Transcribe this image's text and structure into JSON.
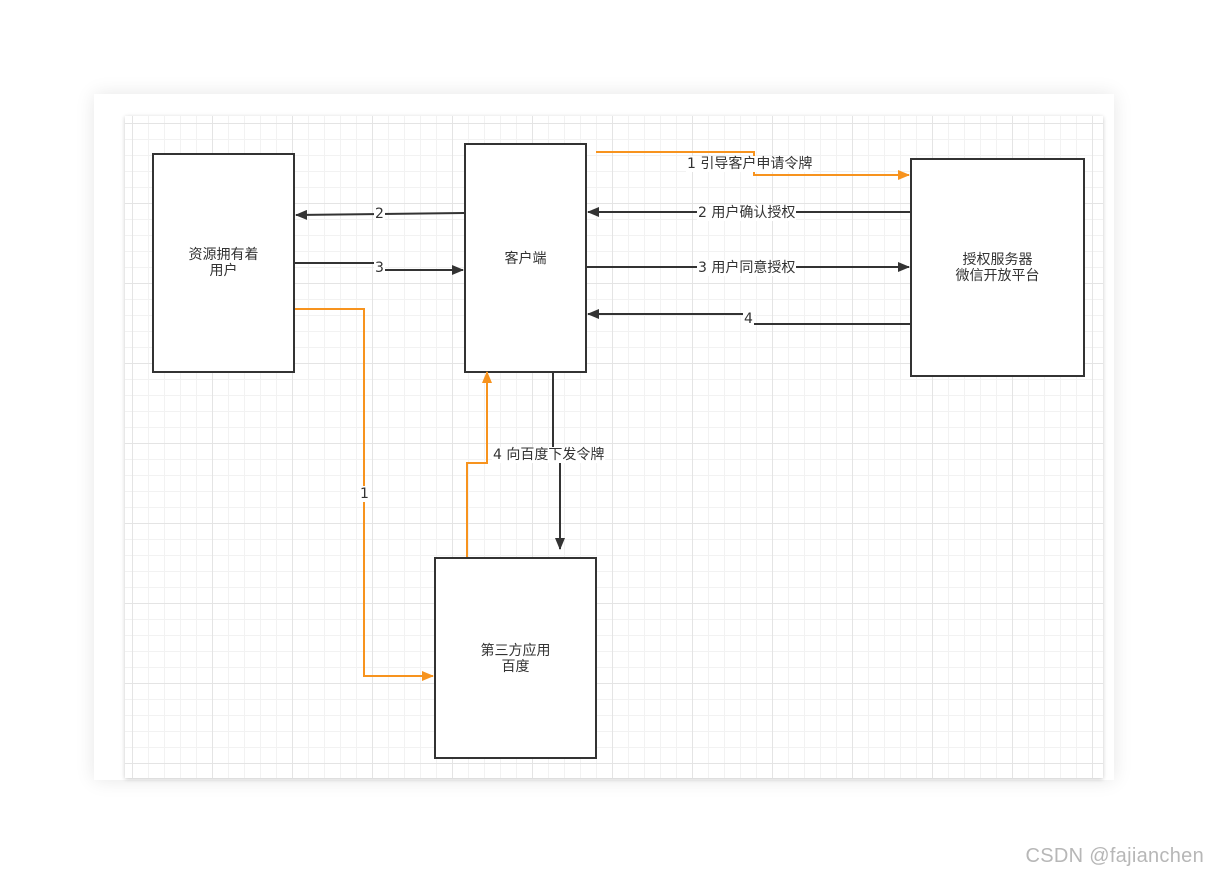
{
  "nodes": {
    "resource_owner": {
      "line1": "资源拥有着",
      "line2": "用户"
    },
    "client": {
      "line1": "客户端"
    },
    "auth_server": {
      "line1": "授权服务器",
      "line2": "微信开放平台"
    },
    "third_party": {
      "line1": "第三方应用",
      "line2": "百度"
    }
  },
  "edges": {
    "e1_guide": "1 引导客户申请令牌",
    "e2_confirm": "2 用户确认授权",
    "e3_agree": "3 用户同意授权",
    "e4_token": "4",
    "e_client_to_owner": "2",
    "e_owner_to_client": "3",
    "e_owner_to_third": "1",
    "e_issue_token": "4 向百度下发令牌"
  },
  "colors": {
    "orange": "#f7931e",
    "dark": "#333333"
  },
  "watermark": "CSDN @fajianchen"
}
